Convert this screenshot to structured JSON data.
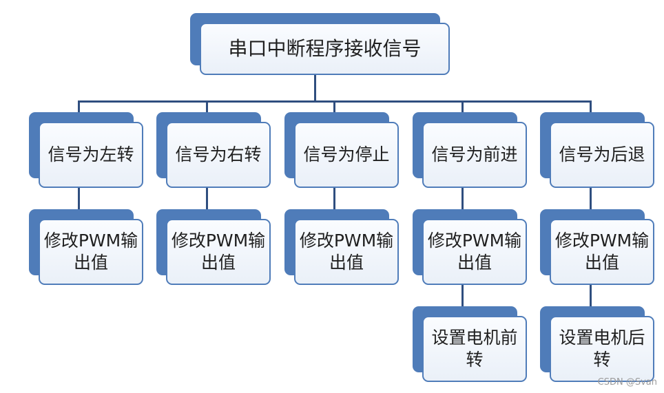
{
  "root": {
    "label": "串口中断程序接收信号"
  },
  "branches": [
    {
      "signal": "信号为左转",
      "children": [
        "修改PWM输出值"
      ]
    },
    {
      "signal": "信号为右转",
      "children": [
        "修改PWM输出值"
      ]
    },
    {
      "signal": "信号为停止",
      "children": [
        "修改PWM输出值"
      ]
    },
    {
      "signal": "信号为前进",
      "children": [
        "修改PWM输出值",
        "设置电机前转"
      ]
    },
    {
      "signal": "信号为后退",
      "children": [
        "修改PWM输出值",
        "设置电机后转"
      ]
    }
  ],
  "watermark": "CSDN @Svan"
}
